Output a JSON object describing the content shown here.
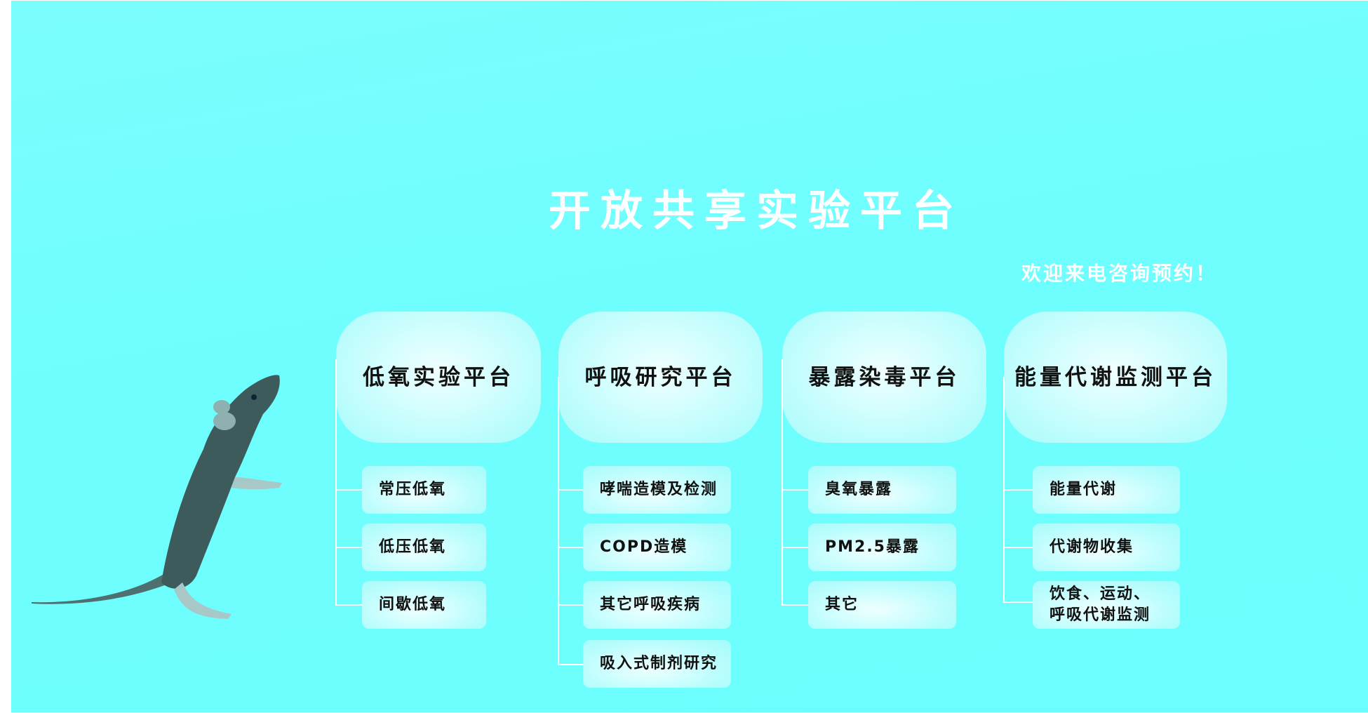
{
  "title": "开放共享实验平台",
  "subtitle": "欢迎来电咨询预约！",
  "platforms": [
    {
      "name": "低氧实验平台",
      "items": [
        "常压低氧",
        "低压低氧",
        "间歇低氧"
      ]
    },
    {
      "name": "呼吸研究平台",
      "items": [
        "哮喘造模及检测",
        "COPD造模",
        "其它呼吸疾病",
        "吸入式制剂研究"
      ]
    },
    {
      "name": "暴露染毒平台",
      "items": [
        "臭氧暴露",
        "PM2.5暴露",
        "其它"
      ]
    },
    {
      "name": "能量代谢监测平台",
      "items": [
        "能量代谢",
        "代谢物收集",
        "饮食、运动、\n呼吸代谢监测"
      ]
    }
  ],
  "colors": {
    "background": "#6ffefe",
    "text": "#111111",
    "accent": "#ffffff"
  }
}
